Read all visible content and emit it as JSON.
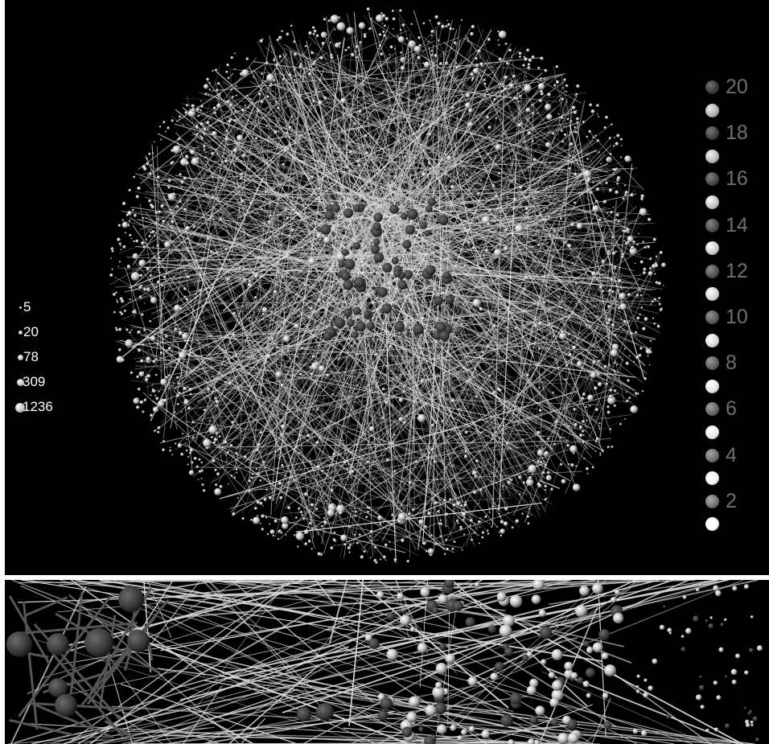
{
  "image": {
    "colors": {
      "background": "#000000",
      "separator": "#ffffff",
      "edge": "#e6e6e6",
      "node_light": "#f0f0f0",
      "node_dark": "#3a3a3a",
      "legend_text_left": "#ffffff",
      "legend_text_right": "#6f6f6f"
    },
    "size_legend": {
      "items": [
        {
          "label": "5"
        },
        {
          "label": "20"
        },
        {
          "label": "78"
        },
        {
          "label": "309"
        },
        {
          "label": "1236"
        }
      ]
    },
    "depth_legend": {
      "labels": [
        "20",
        "18",
        "16",
        "14",
        "12",
        "10",
        "8",
        "6",
        "4",
        "2"
      ]
    }
  }
}
